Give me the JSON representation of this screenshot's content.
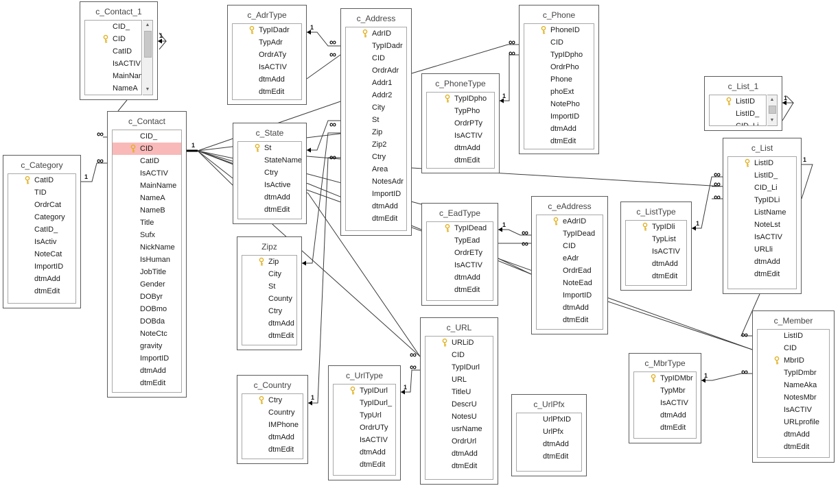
{
  "diagram": {
    "tables": [
      {
        "id": "c_Contact_1",
        "title": "c_Contact_1",
        "fields": [
          "CID_",
          "CID",
          "CatID",
          "IsACTIV",
          "MainNam",
          "NameA"
        ],
        "keys": [
          "CID"
        ]
      },
      {
        "id": "c_Contact",
        "title": "c_Contact",
        "fields": [
          "CID_",
          "CID",
          "CatID",
          "IsACTIV",
          "MainName",
          "NameA",
          "NameB",
          "Title",
          "Sufx",
          "NickName",
          "IsHuman",
          "JobTitle",
          "Gender",
          "DOByr",
          "DOBmo",
          "DOBda",
          "NoteCtc",
          "gravity",
          "ImportID",
          "dtmAdd",
          "dtmEdit"
        ],
        "keys": [
          "CID"
        ],
        "selected": "CID"
      },
      {
        "id": "c_Category",
        "title": "c_Category",
        "fields": [
          "CatID",
          "TID",
          "OrdrCat",
          "Category",
          "CatID_",
          "IsActiv",
          "NoteCat",
          "ImportID",
          "dtmAdd",
          "dtmEdit"
        ],
        "keys": [
          "CatID"
        ]
      },
      {
        "id": "c_AdrType",
        "title": "c_AdrType",
        "fields": [
          "TypIDadr",
          "TypAdr",
          "OrdrATy",
          "IsACTIV",
          "dtmAdd",
          "dtmEdit"
        ],
        "keys": [
          "TypIDadr"
        ]
      },
      {
        "id": "c_Address",
        "title": "c_Address",
        "fields": [
          "AdrID",
          "TypIDadr",
          "CID",
          "OrdrAdr",
          "Addr1",
          "Addr2",
          "City",
          "St",
          "Zip",
          "Zip2",
          "Ctry",
          "Area",
          "NotesAdr",
          "ImportID",
          "dtmAdd",
          "dtmEdit"
        ],
        "keys": [
          "AdrID"
        ]
      },
      {
        "id": "c_State",
        "title": "c_State",
        "fields": [
          "St",
          "StateName",
          "Ctry",
          "IsActive",
          "dtmAdd",
          "dtmEdit"
        ],
        "keys": [
          "St"
        ]
      },
      {
        "id": "Zipz",
        "title": "Zipz",
        "fields": [
          "Zip",
          "City",
          "St",
          "County",
          "Ctry",
          "dtmAdd",
          "dtmEdit"
        ],
        "keys": [
          "Zip"
        ]
      },
      {
        "id": "c_Country",
        "title": "c_Country",
        "fields": [
          "Ctry",
          "Country",
          "IMPhone",
          "dtmAdd",
          "dtmEdit"
        ],
        "keys": [
          "Ctry"
        ]
      },
      {
        "id": "c_Phone",
        "title": "c_Phone",
        "fields": [
          "PhoneID",
          "CID",
          "TypIDpho",
          "OrdrPho",
          "Phone",
          "phoExt",
          "NotePho",
          "ImportID",
          "dtmAdd",
          "dtmEdit"
        ],
        "keys": [
          "PhoneID"
        ]
      },
      {
        "id": "c_PhoneType",
        "title": "c_PhoneType",
        "fields": [
          "TypIDpho",
          "TypPho",
          "OrdrPTy",
          "IsACTIV",
          "dtmAdd",
          "dtmEdit"
        ],
        "keys": [
          "TypIDpho"
        ]
      },
      {
        "id": "c_EadType",
        "title": "c_EadType",
        "fields": [
          "TypIDead",
          "TypEad",
          "OrdrETy",
          "IsACTIV",
          "dtmAdd",
          "dtmEdit"
        ],
        "keys": [
          "TypIDead"
        ]
      },
      {
        "id": "c_eAddress",
        "title": "c_eAddress",
        "fields": [
          "eAdrID",
          "TypIDead",
          "CID",
          "eAdr",
          "OrdrEad",
          "NoteEad",
          "ImportID",
          "dtmAdd",
          "dtmEdit"
        ],
        "keys": [
          "eAdrID"
        ]
      },
      {
        "id": "c_URL",
        "title": "c_URL",
        "fields": [
          "URLiD",
          "CID",
          "TypIDurl",
          "URL",
          "TitleU",
          "DescrU",
          "NotesU",
          "usrName",
          "OrdrUrl",
          "dtmAdd",
          "dtmEdit"
        ],
        "keys": [
          "URLiD"
        ]
      },
      {
        "id": "c_UrlType",
        "title": "c_UrlType",
        "fields": [
          "TypIDurl",
          "TypIDurl_",
          "TypUrl",
          "OrdrUTy",
          "IsACTIV",
          "dtmAdd",
          "dtmEdit"
        ],
        "keys": [
          "TypIDurl"
        ]
      },
      {
        "id": "c_UrlPfx",
        "title": "c_UrlPfx",
        "fields": [
          "UrlPfxID",
          "UrlPfx",
          "dtmAdd",
          "dtmEdit"
        ],
        "keys": []
      },
      {
        "id": "c_List_1",
        "title": "c_List_1",
        "fields": [
          "ListID",
          "ListID_",
          "CID_Li"
        ],
        "keys": [
          "ListID"
        ]
      },
      {
        "id": "c_List",
        "title": "c_List",
        "fields": [
          "ListID",
          "ListID_",
          "CID_Li",
          "TypIDLi",
          "ListName",
          "NoteLst",
          "IsACTIV",
          "URLli",
          "dtmAdd",
          "dtmEdit"
        ],
        "keys": [
          "ListID"
        ]
      },
      {
        "id": "c_ListType",
        "title": "c_ListType",
        "fields": [
          "TypIDli",
          "TypList",
          "IsACTIV",
          "dtmAdd",
          "dtmEdit"
        ],
        "keys": [
          "TypIDli"
        ]
      },
      {
        "id": "c_MbrType",
        "title": "c_MbrType",
        "fields": [
          "TypIDMbr",
          "TypMbr",
          "IsACTIV",
          "dtmAdd",
          "dtmEdit"
        ],
        "keys": [
          "TypIDMbr"
        ]
      },
      {
        "id": "c_Member",
        "title": "c_Member",
        "fields": [
          "ListID",
          "CID",
          "MbrID",
          "TypIDmbr",
          "NameAka",
          "NotesMbr",
          "IsACTIV",
          "URLprofile",
          "dtmAdd",
          "dtmEdit"
        ],
        "keys": [
          "MbrID"
        ]
      }
    ],
    "cardinality": {
      "one": "1",
      "many": "∞"
    },
    "colors": {
      "border": "#5a5a5a",
      "line": "#3a3a3a",
      "selected": "#f9b9b9",
      "key": "#e0b020"
    }
  }
}
